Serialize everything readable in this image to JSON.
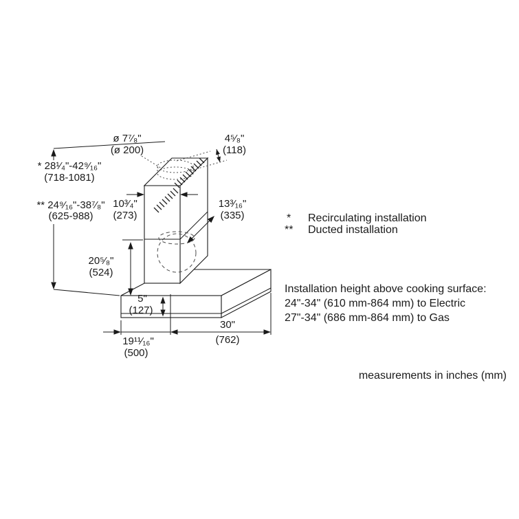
{
  "colors": {
    "ink": "#1a1a1a",
    "background": "#ffffff"
  },
  "diagram": {
    "duct_diameter": {
      "line1": "ø 7⁷⁄₈\"",
      "line2": "(ø 200)"
    },
    "top_depth": {
      "line1": "4⁵⁄₈\"",
      "line2": "(118)"
    },
    "height_recirculating": {
      "line1": "* 28¹⁄₄\"-42⁹⁄₁₆\"",
      "line2": "(718-1081)"
    },
    "height_ducted": {
      "line1": "** 24⁹⁄₁₆\"-38⁷⁄₈\"",
      "line2": "(625-988)"
    },
    "chimney_width": {
      "line1": "10³⁄₄\"",
      "line2": "(273)"
    },
    "chimney_depth": {
      "line1": "13³⁄₁₆\"",
      "line2": "(335)"
    },
    "duct_section_height": {
      "line1": "20⁵⁄₈\"",
      "line2": "(524)"
    },
    "canopy_height": {
      "line1": "5\"",
      "line2": "(127)"
    },
    "canopy_width": {
      "line1": "30\"",
      "line2": "(762)"
    },
    "canopy_depth": {
      "line1": "19¹¹⁄₁₆\"",
      "line2": "(500)"
    }
  },
  "legend": {
    "recirculating": {
      "marker": "*",
      "label": "Recirculating installation"
    },
    "ducted": {
      "marker": "**",
      "label": "Ducted installation"
    }
  },
  "installation_note": {
    "title": "Installation height above cooking surface:",
    "electric": "24\"-34\" (610 mm-864 mm) to Electric",
    "gas": "27\"-34\" (686 mm-864 mm) to Gas"
  },
  "footer": {
    "note": "measurements in inches (mm)"
  }
}
